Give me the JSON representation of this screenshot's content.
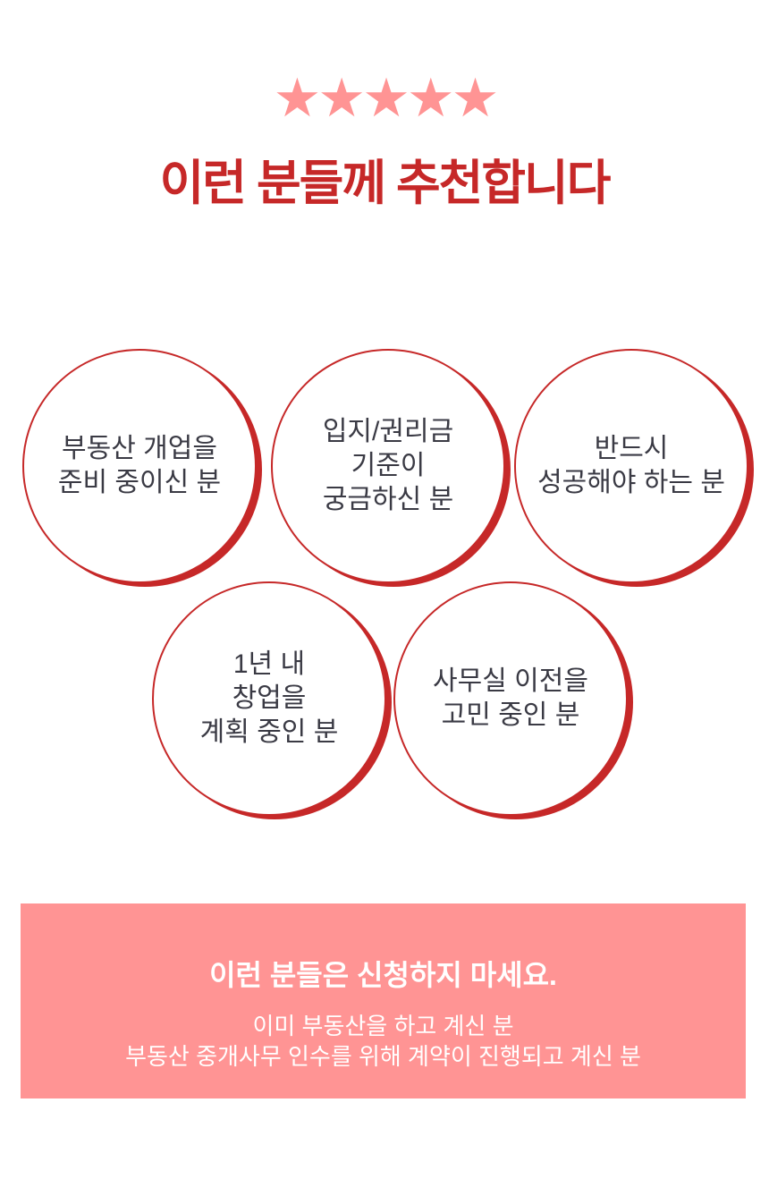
{
  "rating": {
    "stars": 5,
    "glyph": "★★★★★"
  },
  "title": "이런 분들께 추천합니다",
  "recommended": [
    "부동산 개업을\n준비 중이신 분",
    "입지/권리금\n기준이\n궁금하신 분",
    "반드시\n성공해야 하는 분",
    "1년 내\n창업을\n계획 중인 분",
    "사무실 이전을\n고민 중인 분"
  ],
  "not_recommended": {
    "heading": "이런 분들은 신청하지 마세요.",
    "items": [
      "이미 부동산을 하고 계신 분",
      "부동산 중개사무 인수를 위해 계약이 진행되고 계신 분"
    ]
  },
  "colors": {
    "accent": "#c62828",
    "pink": "#ff9494"
  }
}
